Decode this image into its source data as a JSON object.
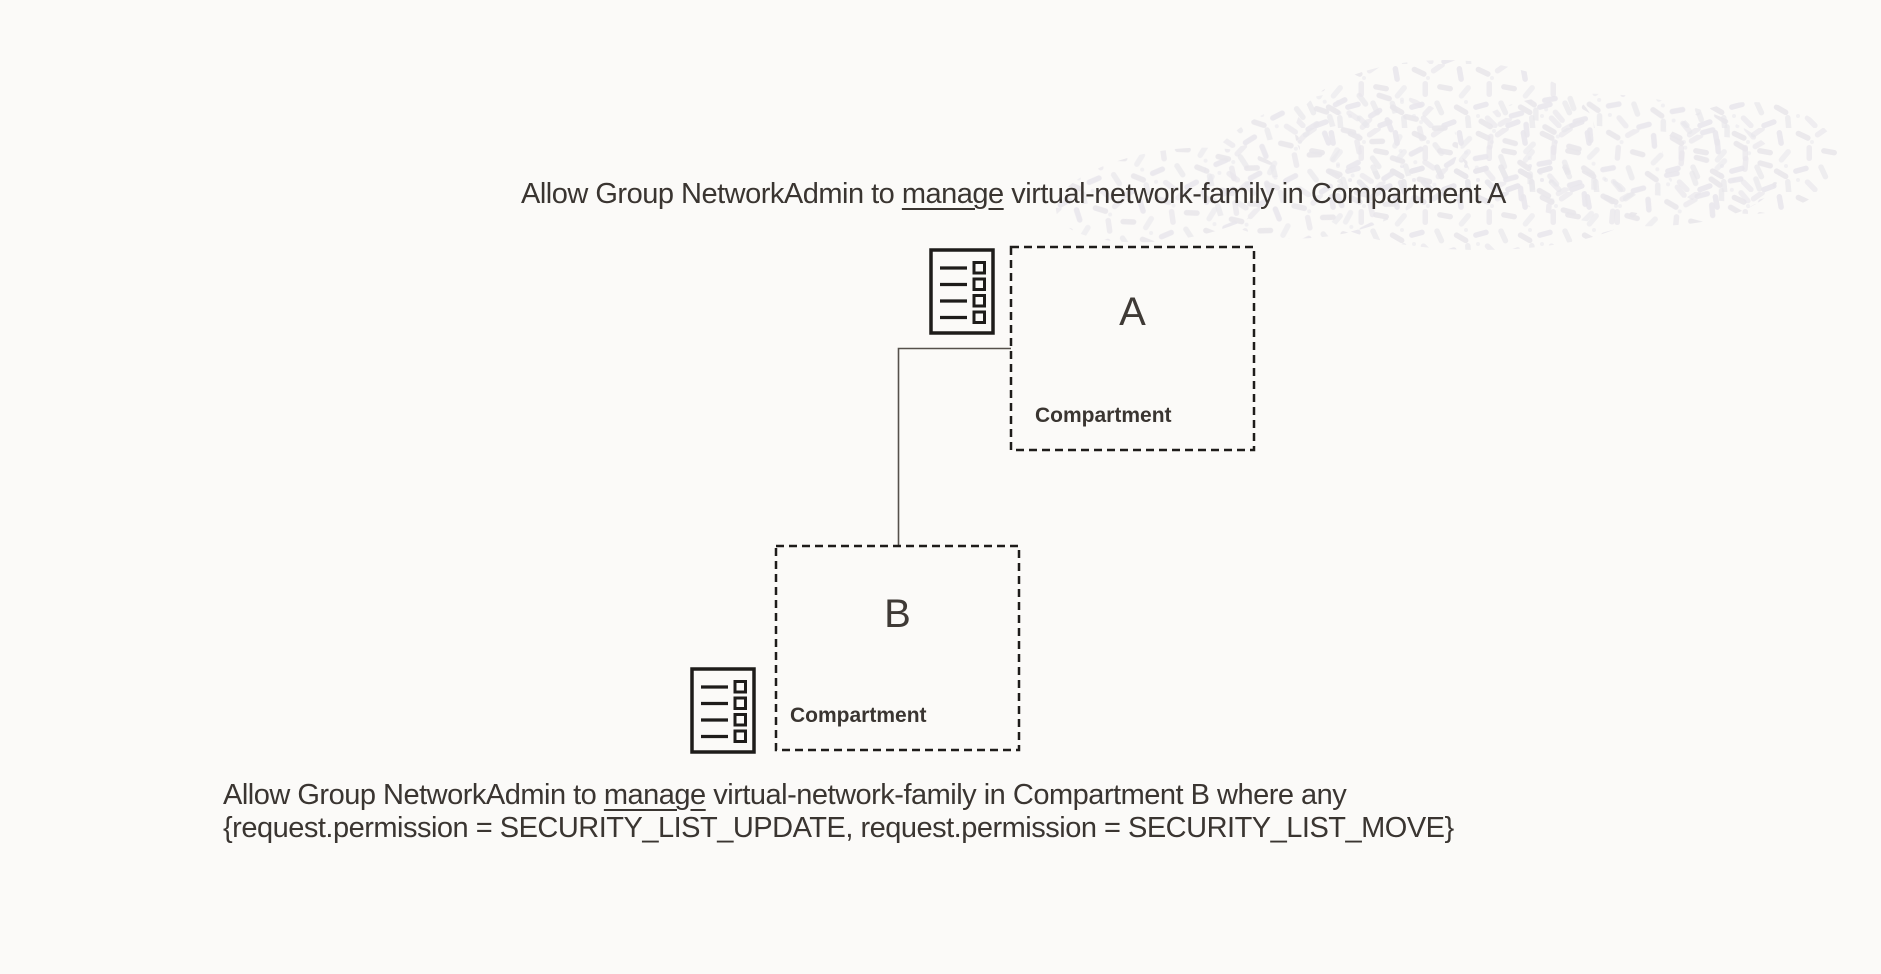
{
  "page": {
    "background_color": "#fbfaf8",
    "text_color": "#3a3531",
    "border_color": "#1e1c1a",
    "connector_color": "#55504b",
    "pattern_color": "#e9e7ec"
  },
  "policy_statement_a": {
    "before": "Allow Group NetworkAdmin to ",
    "underlined": "manage",
    "after": " virtual-network-family in Compartment A"
  },
  "policy_statement_b": {
    "before": "Allow Group NetworkAdmin to ",
    "underlined": "manage",
    "after": " virtual-network-family in Compartment B where any",
    "line2": "{request.permission = SECURITY_LIST_UPDATE, request.permission = SECURITY_LIST_MOVE}"
  },
  "compartment_a": {
    "letter": "A",
    "label": "Compartment"
  },
  "compartment_b": {
    "letter": "B",
    "label": "Compartment"
  }
}
